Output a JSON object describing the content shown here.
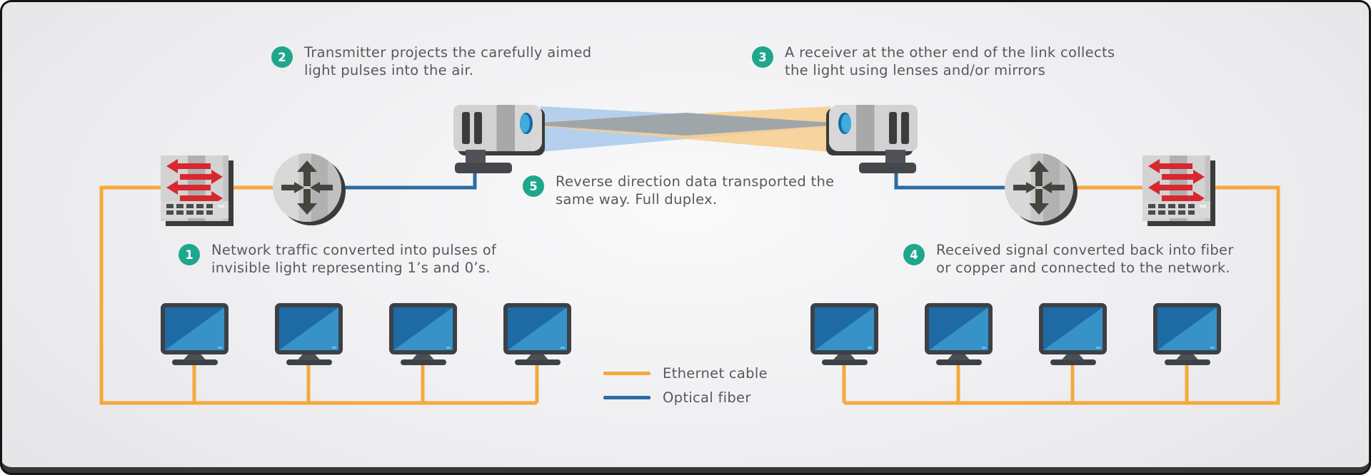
{
  "steps": [
    {
      "number": "1",
      "line1": "Network traffic converted into pulses of",
      "line2": "invisible light representing 1’s and 0’s."
    },
    {
      "number": "2",
      "line1": "Transmitter projects the carefully aimed",
      "line2": "light pulses into the air."
    },
    {
      "number": "3",
      "line1": "A receiver at the other end of the link collects",
      "line2": "the light using lenses and/or mirrors"
    },
    {
      "number": "4",
      "line1": "Received signal converted back into fiber",
      "line2": "or copper and connected to the network."
    },
    {
      "number": "5",
      "line1": "Reverse direction data transported the",
      "line2": "same way. Full duplex."
    }
  ],
  "legend": {
    "items": [
      {
        "label": "Ethernet cable"
      },
      {
        "label": "Optical fiber"
      }
    ]
  },
  "icons": {
    "network-switch-icon": "gray box with red data arrows and port grid",
    "router-icon": "gray circle with four dark cross arrows",
    "optical-transmitter-icon": "projector head emitting light beam",
    "optical-receiver-icon": "mirrored projector head collecting light beam",
    "computer-icon": "desktop monitor with blue screen"
  },
  "colors": {
    "teal_badge": "#1ea78c",
    "text": "#58595b",
    "ethernet": "#f6a83b",
    "fiber": "#2d6ca2",
    "beam_blue": "#a9c9ec",
    "beam_orange": "#f7cd8d",
    "beam_gray": "#9ba3ab",
    "arrow_red": "#d7282f",
    "screen_blue": "#1e6aa4",
    "screen_blue_light": "#3792c8"
  }
}
